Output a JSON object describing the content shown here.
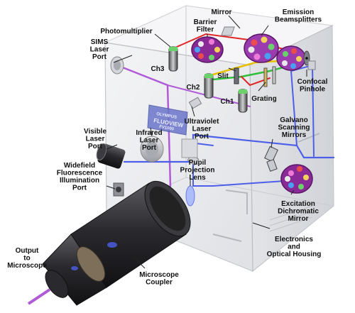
{
  "labels": {
    "mirror": "Mirror",
    "emission_beamsplitters": [
      "Emission",
      "Beamsplitters"
    ],
    "photomultiplier": "Photomultiplier",
    "barrier_filter": [
      "Barrier",
      "Filter"
    ],
    "sims_laser_port": [
      "SIMS",
      "Laser",
      "Port"
    ],
    "ch3": "Ch3",
    "ch2": "Ch2",
    "ch1": "Ch1",
    "slit": "Slit",
    "confocal_pinhole": [
      "Confocal",
      "Pinhole"
    ],
    "grating": "Grating",
    "infrared_laser_port": [
      "Infrared",
      "Laser",
      "Port"
    ],
    "ultraviolet_laser_port": [
      "Ultraviolet",
      "Laser",
      "Port"
    ],
    "visible_laser_port": [
      "Visible",
      "Laser",
      "Port"
    ],
    "galvano_scanning_mirrors": [
      "Galvano",
      "Scanning",
      "Mirrors"
    ],
    "pupil_projection_lens": [
      "Pupil",
      "Projection",
      "Lens"
    ],
    "widefield_port": [
      "Widefield",
      "Fluorescence",
      "Illumination",
      "Port"
    ],
    "excitation_dichromatic_mirror": [
      "Excitation",
      "Dichromatic",
      "Mirror"
    ],
    "electronics_housing": [
      "Electronics",
      "and",
      "Optical Housing"
    ],
    "output_to_microscope": [
      "Output",
      "to",
      "Microscope"
    ],
    "microscope_coupler": [
      "Microscope",
      "Coupler"
    ]
  },
  "panel_text": [
    "OLYMPUS",
    "FLUOVIEW",
    "FV1000"
  ],
  "colors": {
    "housing_front": "#e9eaee",
    "housing_side": "#d8dade",
    "housing_top": "#f3f4f6",
    "frame": "#c9ccd2",
    "laser_purple": "#b05ad8",
    "laser_blue": "#4d5fe8",
    "beam_red": "#e02525",
    "beam_yellow": "#e8c000",
    "beam_green": "#2fbf3a",
    "coupler_dark": "#2a2a2e",
    "filter_wheel": "#8a2a96",
    "beamsplitter_wheel": "#9b3bb0"
  }
}
